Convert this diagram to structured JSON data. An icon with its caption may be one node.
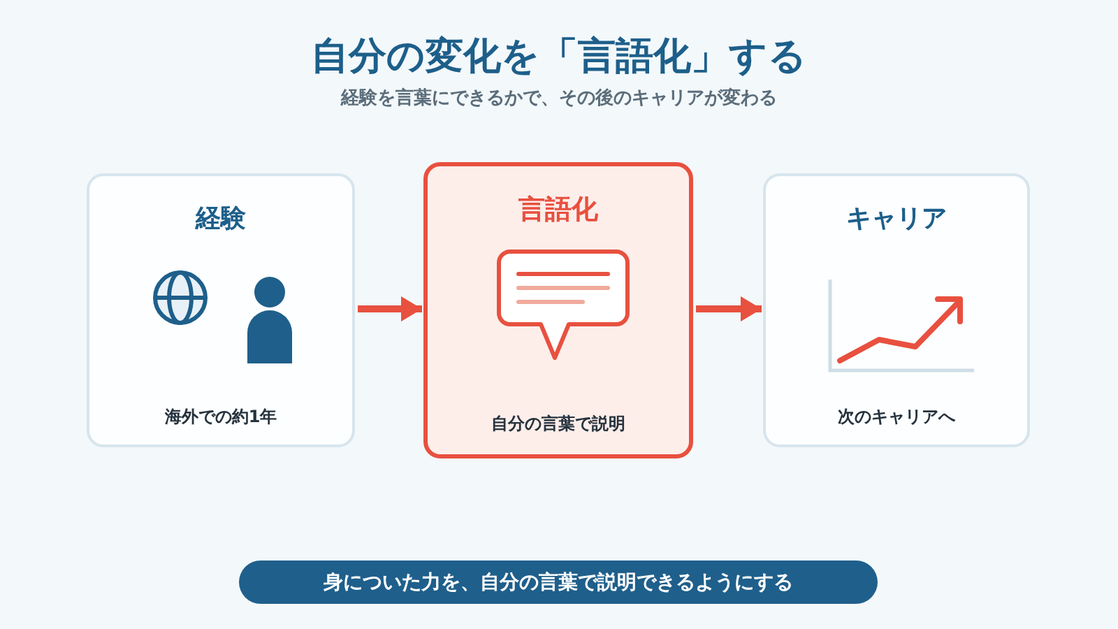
{
  "diagram": {
    "title": "自分の変化を「言語化」する",
    "nodes": [
      {
        "text": [
          "経験",
          "海外での約1年"
        ]
      },
      {
        "text": [
          "言語化",
          "自分の言葉で説明"
        ]
      },
      {
        "text": [
          "キャリア",
          "次のキャリアへ"
        ]
      },
      {
        "text": [
          "身についた力を、自分の言葉で説明できるようにする"
        ]
      }
    ],
    "edges": [
      {
        "from": 0,
        "to": 1,
        "arrow": "to"
      },
      {
        "from": 1,
        "to": 2,
        "arrow": "to"
      }
    ],
    "labels": [
      "経験を言葉にできるかで、その後のキャリアが変わる"
    ]
  }
}
